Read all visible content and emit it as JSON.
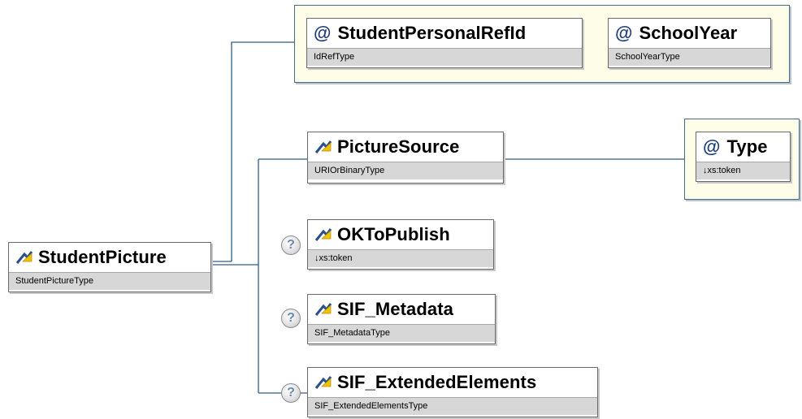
{
  "root": {
    "name": "StudentPicture",
    "type": "StudentPictureType"
  },
  "attributes": [
    {
      "name": "StudentPersonalRefId",
      "type": "IdRefType"
    },
    {
      "name": "SchoolYear",
      "type": "SchoolYearType"
    }
  ],
  "elements": [
    {
      "name": "PictureSource",
      "type": "URIOrBinaryType",
      "optional": false
    },
    {
      "name": "OKToPublish",
      "type": "↓xs:token",
      "optional": true
    },
    {
      "name": "SIF_Metadata",
      "type": "SIF_MetadataType",
      "optional": true
    },
    {
      "name": "SIF_ExtendedElements",
      "type": "SIF_ExtendedElementsType",
      "optional": true
    }
  ],
  "picture_source_attributes": [
    {
      "name": "Type",
      "type": "↓xs:token"
    }
  ],
  "symbols": {
    "attribute_marker": "@",
    "optional_marker": "?"
  },
  "icons": {
    "element": "element-arrow-icon",
    "attribute": "at-icon",
    "optional": "question-icon"
  },
  "colors": {
    "attr_group_bg": "#fdfde8",
    "connector": "#2f5d8c",
    "type_bar": "#d7d7d7",
    "attr_marker": "#1f3e7a"
  }
}
